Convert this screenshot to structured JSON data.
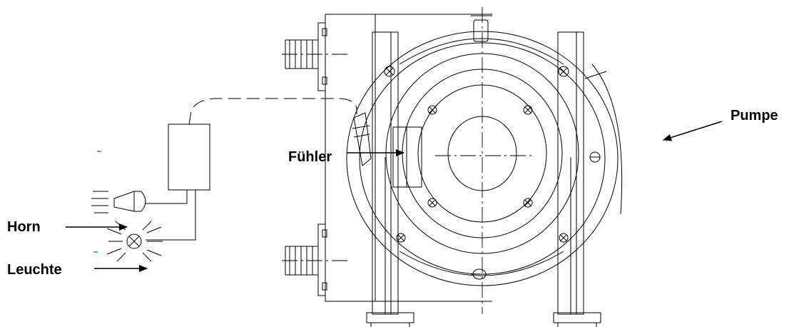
{
  "labels": {
    "pumpe": "Pumpe",
    "fuehler": "Fühler",
    "horn": "Horn",
    "leuchte": "Leuchte"
  },
  "colors": {
    "line": "#000000",
    "background": "#ffffff",
    "stray_mark": "#4fb0c6"
  },
  "icons": {
    "horn": "horn-icon",
    "lamp": "warning-lamp-icon",
    "control_box": "control-box"
  }
}
